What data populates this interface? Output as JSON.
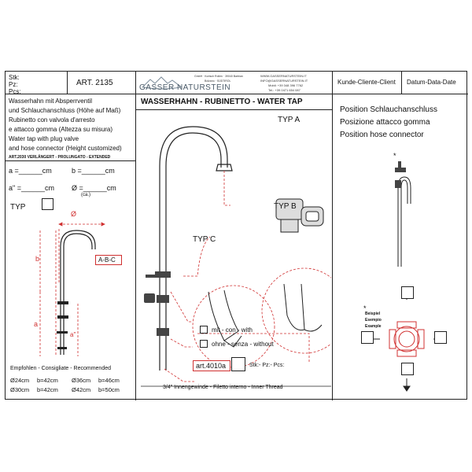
{
  "header": {
    "stk": "Stk:",
    "pz": "Pz:",
    "pcs": "Pcs:",
    "article": "ART. 2135",
    "brand": "GASSER NATURSTEIN",
    "address_lines": [
      "GmbH · Kortsch Rollen · 39040 Barbian",
      "Bolzano · SÜDTIROL"
    ],
    "contact_lines": [
      "WWW.GASSERNATURSTEIN.IT",
      "INFO@GASSERNATURSTEIN.IT",
      "Mobil: +39 348 396 7762",
      "Tel.: +39 0471 654 087"
    ],
    "customer": "Kunde-Cliente-Client",
    "date": "Datum-Data-Date"
  },
  "left": {
    "description": [
      "Wasserhahn mit Absperrventil",
      "und Schlauchanschluss (Höhe auf Maß)",
      "Rubinetto con valvola d'arresto",
      "e attacco gomma (Altezza su misura)",
      "Water tap with plug valve",
      "and hose connector (Height customized)"
    ],
    "extension_note": "ART.2030  VERLÄNGERT - PROLUNGATO - EXTENDED",
    "field_a": "a =______cm",
    "field_b": "b =______cm",
    "field_a2": "a\" =______cm",
    "field_diam": "Ø =______cm",
    "field_diam_note": "(ca.)",
    "typ": "TYP",
    "label_diam": "Ø",
    "label_b": "b",
    "label_a": "a",
    "label_a2": "a\"",
    "abc": "A-B-C",
    "rec_title": "Empfohlen - Consigliate - Recommended",
    "recommendations": [
      [
        "Ø24cm",
        "b=42cm",
        "Ø36cm",
        "b=46cm"
      ],
      [
        "Ø30cm",
        "b=42cm",
        "Ø42cm",
        "b=50cm"
      ]
    ]
  },
  "center": {
    "title": "WASSERHAHN - RUBINETTO - WATER TAP",
    "typ_a": "TYP  A",
    "typ_b": "TYP  B",
    "typ_c": "TYP  C",
    "opt_with": "mit - con - with",
    "opt_without": "ohne - senza - without",
    "art_code": "art.4010a",
    "qty_label": "Stk:- Pz:- Pcs:",
    "thread_note": "3/4\" Innengewinde - Filetto interno - Inner Thread"
  },
  "right": {
    "position_lines": [
      "Position Schlauchanschluss",
      "Posizione attacco gomma",
      "Position hose connector"
    ],
    "asterisk": "*",
    "example_asterisk": "*",
    "example_lines": [
      "Beispiel",
      "Esempio",
      "Example"
    ]
  },
  "colors": {
    "line": "#222222",
    "accent_red": "#d03030"
  }
}
